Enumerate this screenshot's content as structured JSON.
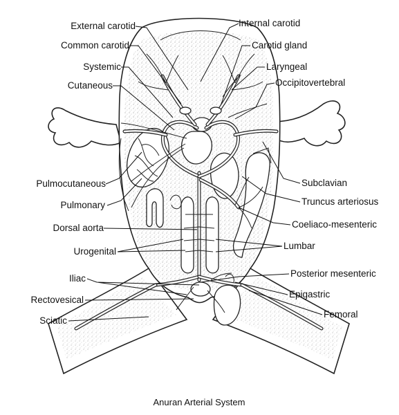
{
  "caption": "Anuran Arterial System",
  "labels_left": [
    "External carotid",
    "Common carotid",
    "Systemic",
    "Cutaneous",
    "Pulmocutaneous",
    "Pulmonary",
    "Dorsal aorta",
    "Urogenital",
    "Iliac",
    "Rectovesical",
    "Sciatic"
  ],
  "labels_right": [
    "Internal carotid",
    "Carotid gland",
    "Laryngeal",
    "Occipitovertebral",
    "Subclavian",
    "Truncus arteriosus",
    "Coeliaco-mesenteric",
    "Lumbar",
    "Posterior mesenteric",
    "Epigastric",
    "Femoral"
  ]
}
